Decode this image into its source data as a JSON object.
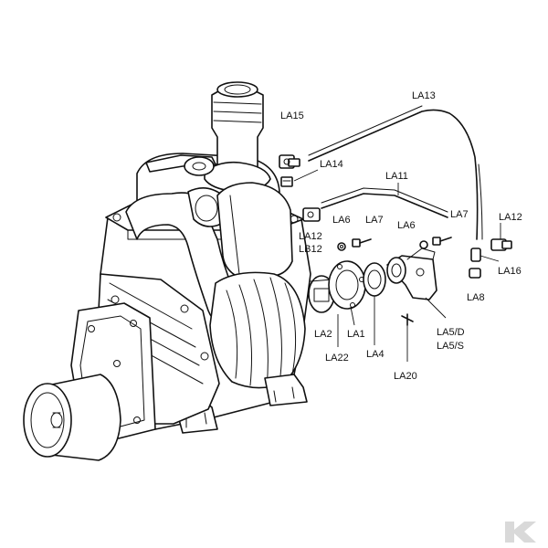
{
  "labels": {
    "la13": "LA13",
    "la15": "LA15",
    "la14": "LA14",
    "la11": "LA11",
    "la7_right": "LA7",
    "la12_right": "LA12",
    "la6_left": "LA6",
    "la7_mid": "LA7",
    "la6_right": "LA6",
    "la12_left": "LA12",
    "lb12": "LB12",
    "la16": "LA16",
    "la8": "LA8",
    "la2": "LA2",
    "la1": "LA1",
    "la4": "LA4",
    "la22": "LA22",
    "la5d": "LA5/D",
    "la5s": "LA5/S",
    "la20": "LA20"
  },
  "colors": {
    "ink": "#111111",
    "logo": "#d9d9d9",
    "background": "#ffffff"
  },
  "icons": {
    "corner_logo": "brand-logo-icon"
  }
}
